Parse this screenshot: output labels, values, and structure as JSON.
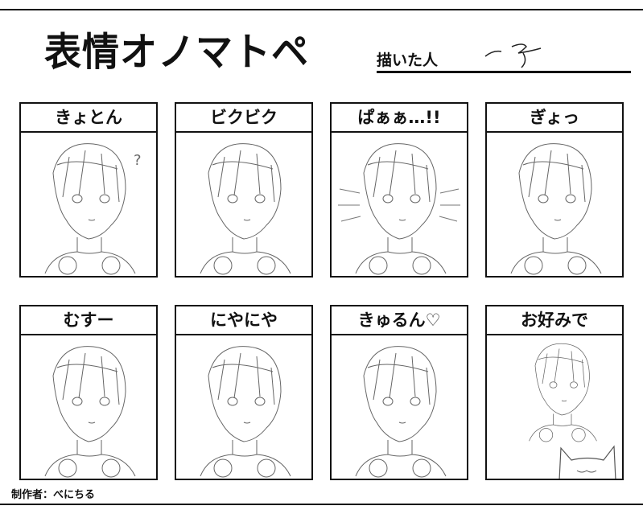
{
  "header": {
    "title": "表情オノマトペ",
    "artist_label": "描いた人",
    "artist_signature": "一子"
  },
  "panels": [
    {
      "label": "きょとん"
    },
    {
      "label": "ビクビク"
    },
    {
      "label": "ぱぁぁ…!!"
    },
    {
      "label": "ぎょっ"
    },
    {
      "label": "むすー"
    },
    {
      "label": "にやにや"
    },
    {
      "label": "きゅるん♡"
    },
    {
      "label": "お好みで"
    }
  ],
  "footer": {
    "credit": "制作者：べにちる"
  }
}
